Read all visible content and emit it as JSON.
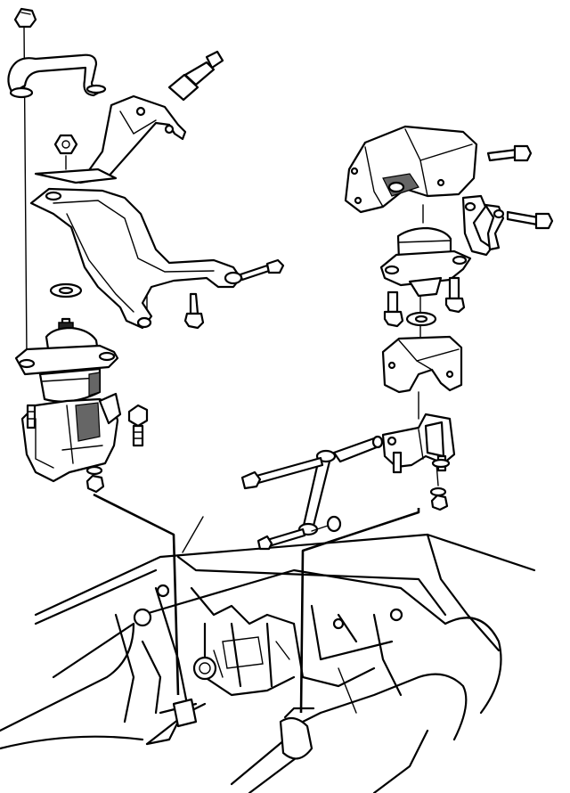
{
  "diagram": {
    "description_visible_text": "",
    "colors": {
      "ink": "#000000",
      "paper": "#ffffff",
      "shade": "#666666"
    },
    "parts": [
      {
        "id": "front-left-mount",
        "icon": "engine-mount-icon"
      },
      {
        "id": "front-left-bracket",
        "icon": "bracket-icon"
      },
      {
        "id": "rear-right-mount",
        "icon": "engine-mount-icon"
      },
      {
        "id": "torque-strut",
        "icon": "strut-rod-icon"
      },
      {
        "id": "vehicle-frame",
        "icon": "chassis-icon"
      }
    ]
  }
}
